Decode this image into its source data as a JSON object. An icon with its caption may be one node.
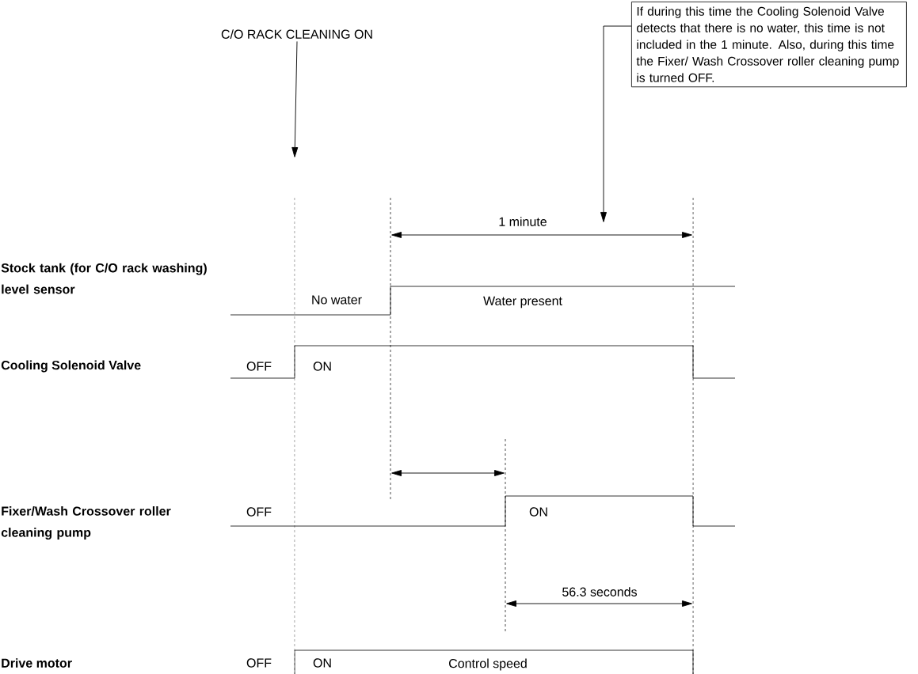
{
  "diagram": {
    "nodes": [
      {
        "text": [
          "C/O RACK CLEANING ON"
        ]
      },
      {
        "text": [
          "If during this time the Cooling Solenoid Valve detects that there is no water, this time is not included in the 1 minute. Also, during this time the Fixer/ Wash Crossover roller cleaning pump is turned OFF."
        ]
      }
    ],
    "edges": [
      {
        "from": 0,
        "to": null,
        "arrow": "to"
      },
      {
        "from": 1,
        "to": null,
        "arrow": "to"
      }
    ],
    "labels": [
      "1 minute",
      "Stock tank (for C/O rack washing) level sensor",
      "No water",
      "Water present",
      "Cooling Solenoid Valve",
      "OFF",
      "ON",
      "Fixer/Wash Crossover roller cleaning pump",
      "OFF",
      "ON",
      "56.3 seconds",
      "Drive motor",
      "OFF",
      "ON",
      "Control speed"
    ]
  }
}
